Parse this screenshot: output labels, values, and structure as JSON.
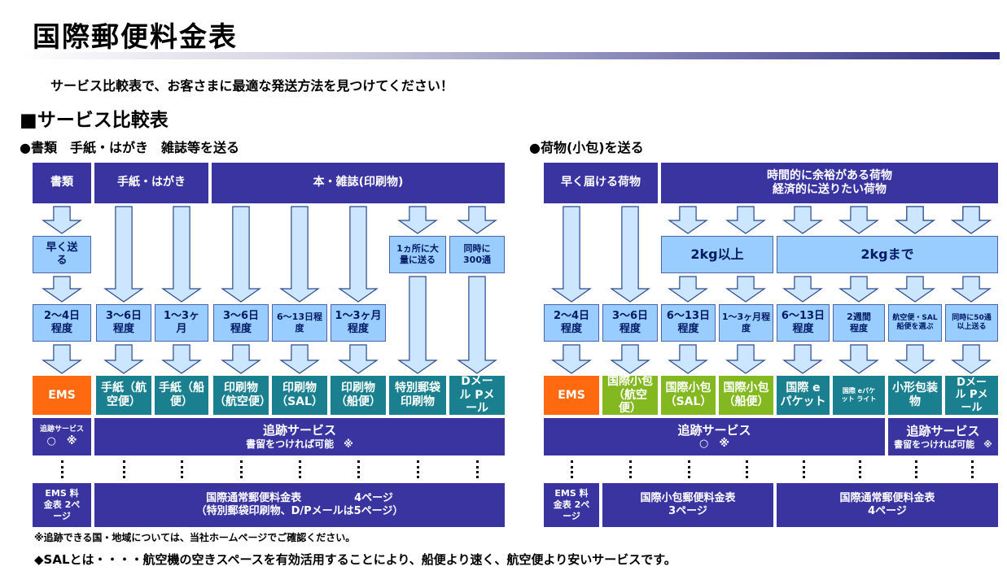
{
  "title": "国際郵便料金表",
  "subtitle": "サービス比較表で、お客さまに最適な発送方法を見つけてください！",
  "section_title": "■サービス比較表",
  "left": {
    "heading": "●書類　手紙・はがき　雑誌等を送る",
    "headers": [
      "書類",
      "手紙・はがき",
      "本・雑誌(印刷物)"
    ],
    "hayaku": "早く送る",
    "tairyou": "1ヵ所に大量に送る",
    "douji": "同時に300通",
    "durations": [
      "2～4日程度",
      "3～6日程度",
      "1～3ヶ月",
      "3～6日程度",
      "6～13日程度",
      "1～3ヶ月程度"
    ],
    "services": [
      "EMS",
      "手紙（航空便）",
      "手紙（船便）",
      "印刷物（航空便）",
      "印刷物（SAL）",
      "印刷物（船便）",
      "特別郵袋印刷物",
      "Dメール Pメール"
    ],
    "tracking_ems_title": "追跡サービス",
    "tracking_ems_mark": "○　※",
    "tracking_title": "追跡サービス",
    "tracking_sub": "書留をつければ可能　※",
    "ref_ems": "EMS 料金表 2ページ",
    "ref_title": "国際通常郵便料金表　　　　　4ページ",
    "ref_sub": "（特別郵袋印刷物、D/Pメールは5ページ）"
  },
  "right": {
    "heading": "●荷物(小包)を送る",
    "headers": [
      "早く届ける荷物",
      "時間的に余裕がある荷物 経済的に送りたい荷物"
    ],
    "weight_2kg_over": "2kg以上",
    "weight_2kg_under": "2kgまで",
    "durations": [
      "2～4日程度",
      "3～6日程度",
      "6～13日程度",
      "1～3ヶ月程度",
      "6～13日程度",
      "2週間程度",
      "航空便・SAL 船便を選ぶ",
      "同時に50通以上送る"
    ],
    "services": [
      "EMS",
      "国際小包（航空便）",
      "国際小包（SAL）",
      "国際小包（船便）",
      "国際 eパケット",
      "国際 eパケット ライト",
      "小形包装物",
      "Dメール Pメール"
    ],
    "tracking_title": "追跡サービス",
    "tracking_mark": "○　※",
    "tracking2_title": "追跡サービス",
    "tracking2_sub": "書留をつければ可能　※",
    "ref_ems": "EMS 料金表 2ページ",
    "ref_parcel_title": "国際小包郵便料金表",
    "ref_parcel_page": "3ページ",
    "ref_normal_title": "国際通常郵便料金表",
    "ref_normal_page": "4ページ"
  },
  "footnote": "※追跡できる国・地域については、当社ホームページでご確認ください。",
  "sal_note": "◆SALとは・・・・航空機の空きスペースを有効活用することにより、船便より速く、航空便より安いサービスです。"
}
